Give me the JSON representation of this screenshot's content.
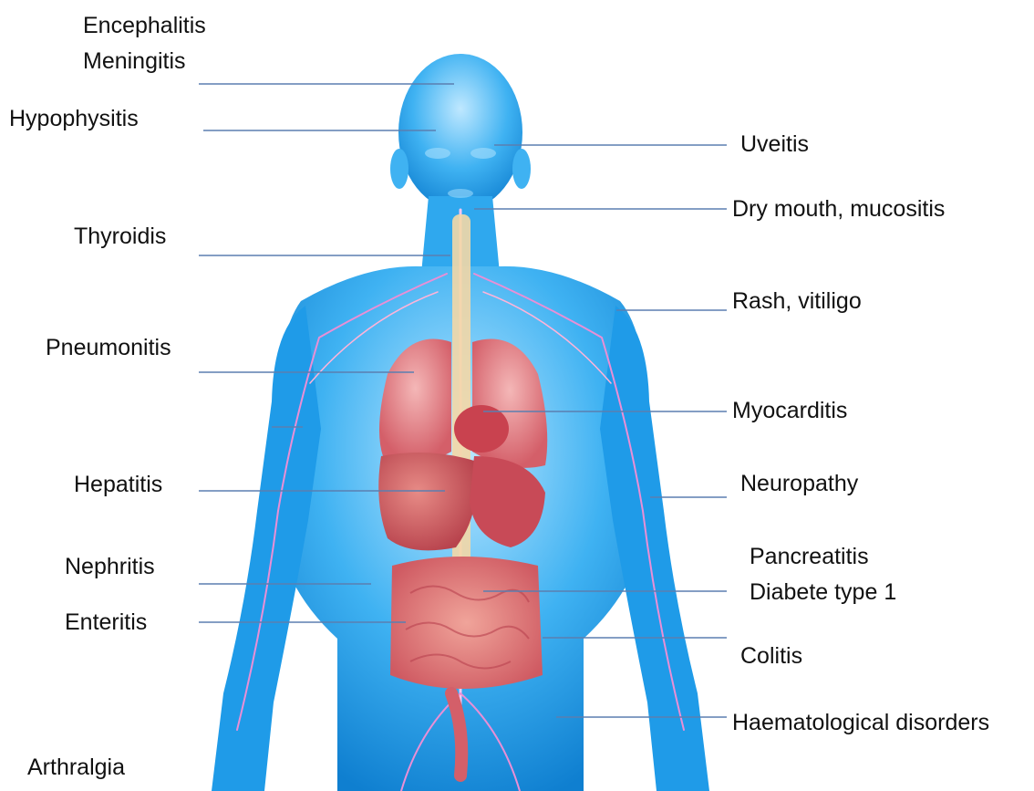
{
  "labels": {
    "encephalitis": "Encephalitis",
    "meningitis": "Meningitis",
    "hypophysitis": "Hypophysitis",
    "thyroidis": "Thyroidis",
    "pneumonitis": "Pneumonitis",
    "hepatitis": "Hepatitis",
    "nephritis": "Nephritis",
    "enteritis": "Enteritis",
    "arthralgia": "Arthralgia",
    "uveitis": "Uveitis",
    "dry_mouth": "Dry mouth, mucositis",
    "rash": "Rash, vitiligo",
    "myocarditis": "Myocarditis",
    "neuropathy": "Neuropathy",
    "pancreatitis": "Pancreatitis",
    "diabete": "Diabete type 1",
    "colitis": "Colitis",
    "haematological": "Haematological disorders"
  },
  "colors": {
    "body": "#1f9be8",
    "body_light": "#8fd2fb",
    "organ": "#d9616b",
    "organ_light": "#f2a3a3",
    "spine": "#f3d7a6",
    "leader": "#5b7fb0"
  }
}
